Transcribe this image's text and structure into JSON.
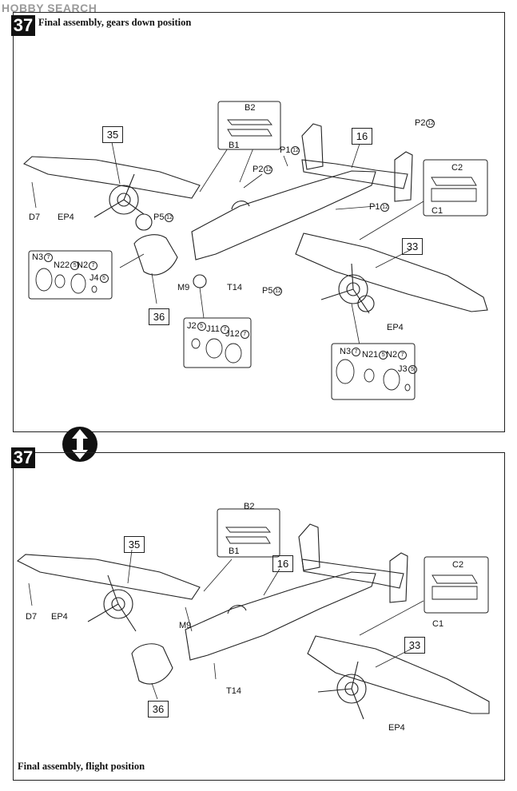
{
  "watermark": "HOBBY SEARCH",
  "top": {
    "step_number": "37",
    "title": "Final assembly, gears down position",
    "callouts": {
      "num_35": "35",
      "num_16": "16",
      "num_33": "33",
      "num_36": "36",
      "b2": "B2",
      "b1": "B1",
      "c2": "C2",
      "c1": "C1",
      "d7": "D7",
      "ep4_left": "EP4",
      "ep4_right": "EP4",
      "p2_top": "P2",
      "p2_top_qty": "12",
      "p1_top": "P1",
      "p1_top_qty": "12",
      "p2_mid": "P2",
      "p2_mid_qty": "12",
      "p1_mid": "P1",
      "p1_mid_qty": "12",
      "p5_left": "P5",
      "p5_left_qty": "12",
      "p5_right": "P5",
      "p5_right_qty": "12",
      "m9": "M9",
      "t14": "T14"
    },
    "left_wheel_box": [
      {
        "part": "N3",
        "qty": "7"
      },
      {
        "part": "N22",
        "qty": "5"
      },
      {
        "part": "N2",
        "qty": "7"
      },
      {
        "part": "J4",
        "qty": "5"
      }
    ],
    "nose_wheel_box": [
      {
        "part": "J2",
        "qty": "5"
      },
      {
        "part": "J11",
        "qty": "7"
      },
      {
        "part": "J12",
        "qty": "7"
      }
    ],
    "right_wheel_box": [
      {
        "part": "N3",
        "qty": "7"
      },
      {
        "part": "N21",
        "qty": "5"
      },
      {
        "part": "N2",
        "qty": "7"
      },
      {
        "part": "J3",
        "qty": "5"
      }
    ]
  },
  "bottom": {
    "step_number": "37",
    "title": "Final assembly, flight position",
    "callouts": {
      "num_35": "35",
      "num_16": "16",
      "num_33": "33",
      "num_36": "36",
      "b2": "B2",
      "b1": "B1",
      "c2": "C2",
      "c1": "C1",
      "d7": "D7",
      "ep4_left": "EP4",
      "ep4_right": "EP4",
      "m9": "M9",
      "t14": "T14"
    }
  }
}
